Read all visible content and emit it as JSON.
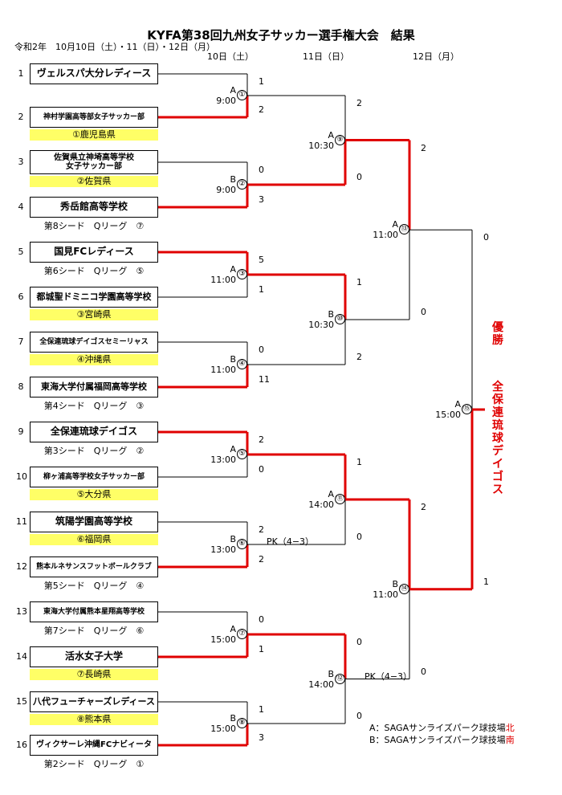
{
  "title": "KYFA第38回九州女子サッカー選手権大会　結果",
  "dates": "令和2年　10月10日（土）・11（日）・12日（月）",
  "days": [
    "10日（土）",
    "11日（日）",
    "12日（月）"
  ],
  "teams": [
    {
      "no": "1",
      "name": "ヴェルスパ大分レディース",
      "sub": ""
    },
    {
      "no": "2",
      "name": "神村学園高等部女子サッカー部",
      "sub": "①鹿児島県"
    },
    {
      "no": "3",
      "name": "佐賀県立神埼高等学校\n女子サッカー部",
      "sub": "②佐賀県"
    },
    {
      "no": "4",
      "name": "秀岳館高等学校",
      "sub": "第8シード　Qリーグ　⑦"
    },
    {
      "no": "5",
      "name": "国見FCレディース",
      "sub": "第6シード　Qリーグ　⑤"
    },
    {
      "no": "6",
      "name": "都城聖ドミニコ学園高等学校",
      "sub": "③宮崎県"
    },
    {
      "no": "7",
      "name": "全保連琉球デイゴスセミーリャス",
      "sub": "④沖縄県"
    },
    {
      "no": "8",
      "name": "東海大学付属福岡高等学校",
      "sub": "第4シード　Qリーグ　③"
    },
    {
      "no": "9",
      "name": "全保連琉球デイゴス",
      "sub": "第3シード　Qリーグ　②"
    },
    {
      "no": "10",
      "name": "柳ヶ浦高等学校女子サッカー部",
      "sub": "⑤大分県"
    },
    {
      "no": "11",
      "name": "筑陽学園高等学校",
      "sub": "⑥福岡県"
    },
    {
      "no": "12",
      "name": "熊本ルネサンスフットボールクラブ",
      "sub": "第5シード　Qリーグ　④"
    },
    {
      "no": "13",
      "name": "東海大学付属熊本星翔高等学校",
      "sub": "第7シード　Qリーグ　⑥"
    },
    {
      "no": "14",
      "name": "活水女子大学",
      "sub": "⑦長崎県"
    },
    {
      "no": "15",
      "name": "八代フューチャーズレディース",
      "sub": "⑧熊本県"
    },
    {
      "no": "16",
      "name": "ヴィクサーレ沖縄FCナビィータ",
      "sub": "第2シード　Qリーグ　①"
    }
  ],
  "matches": [
    {
      "num": "①",
      "info": "A\n9:00",
      "scores": [
        "1",
        "2"
      ]
    },
    {
      "num": "②",
      "info": "B\n9:00",
      "scores": [
        "0",
        "3"
      ]
    },
    {
      "num": "③",
      "info": "A\n11:00",
      "scores": [
        "5",
        "1"
      ]
    },
    {
      "num": "④",
      "info": "B\n11:00",
      "scores": [
        "0",
        "11"
      ]
    },
    {
      "num": "⑤",
      "info": "A\n13:00",
      "scores": [
        "2",
        "0"
      ]
    },
    {
      "num": "⑥",
      "info": "B\n13:00",
      "scores": [
        "2",
        "2"
      ],
      "pk": "PK（4−3）"
    },
    {
      "num": "⑦",
      "info": "A\n15:00",
      "scores": [
        "0",
        "1"
      ]
    },
    {
      "num": "⑧",
      "info": "B\n15:00",
      "scores": [
        "1",
        "3"
      ]
    },
    {
      "num": "⑨",
      "info": "A\n10:30",
      "scores": [
        "2",
        "0"
      ]
    },
    {
      "num": "⑩",
      "info": "B\n10:30",
      "scores": [
        "1",
        "2"
      ]
    },
    {
      "num": "⑪",
      "info": "A\n14:00",
      "scores": [
        "1",
        "0"
      ]
    },
    {
      "num": "⑫",
      "info": "B\n14:00",
      "scores": [
        "0",
        "0"
      ],
      "pk": "PK（4−3）"
    },
    {
      "num": "⑬",
      "info": "A\n11:00",
      "scores": [
        "2",
        "0"
      ]
    },
    {
      "num": "⑭",
      "info": "B\n11:00",
      "scores": [
        "2",
        "0"
      ]
    },
    {
      "num": "⑮",
      "info": "A\n15:00",
      "scores": [
        "0",
        "1"
      ]
    }
  ],
  "champion_label": "優勝",
  "champion": "全保連琉球デイゴス",
  "venues": [
    {
      "text": "A：SAGAサンライズパーク球技場",
      "dir": "北"
    },
    {
      "text": "B：SAGAサンライズパーク球技場",
      "dir": "南"
    }
  ],
  "colors": {
    "winner_line": "#e00000",
    "pref_highlight": "#ffff66"
  }
}
